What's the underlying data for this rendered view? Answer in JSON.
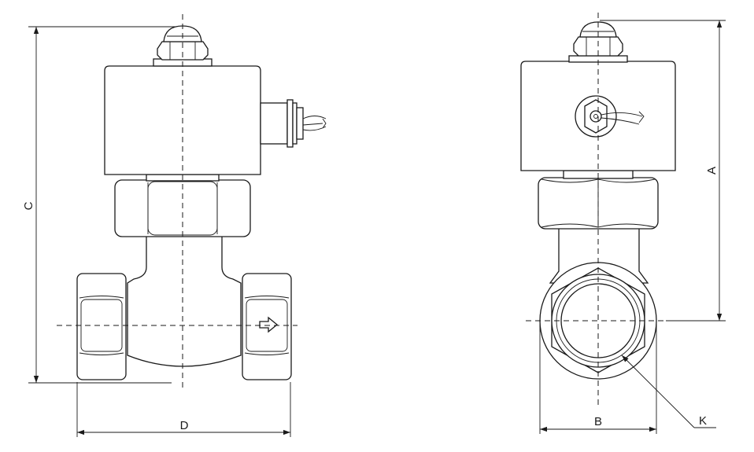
{
  "dimensions": {
    "A": "A",
    "B": "B",
    "C": "C",
    "D": "D",
    "K": "K"
  },
  "colors": {
    "line": "#1a1a1a",
    "background": "#ffffff"
  }
}
